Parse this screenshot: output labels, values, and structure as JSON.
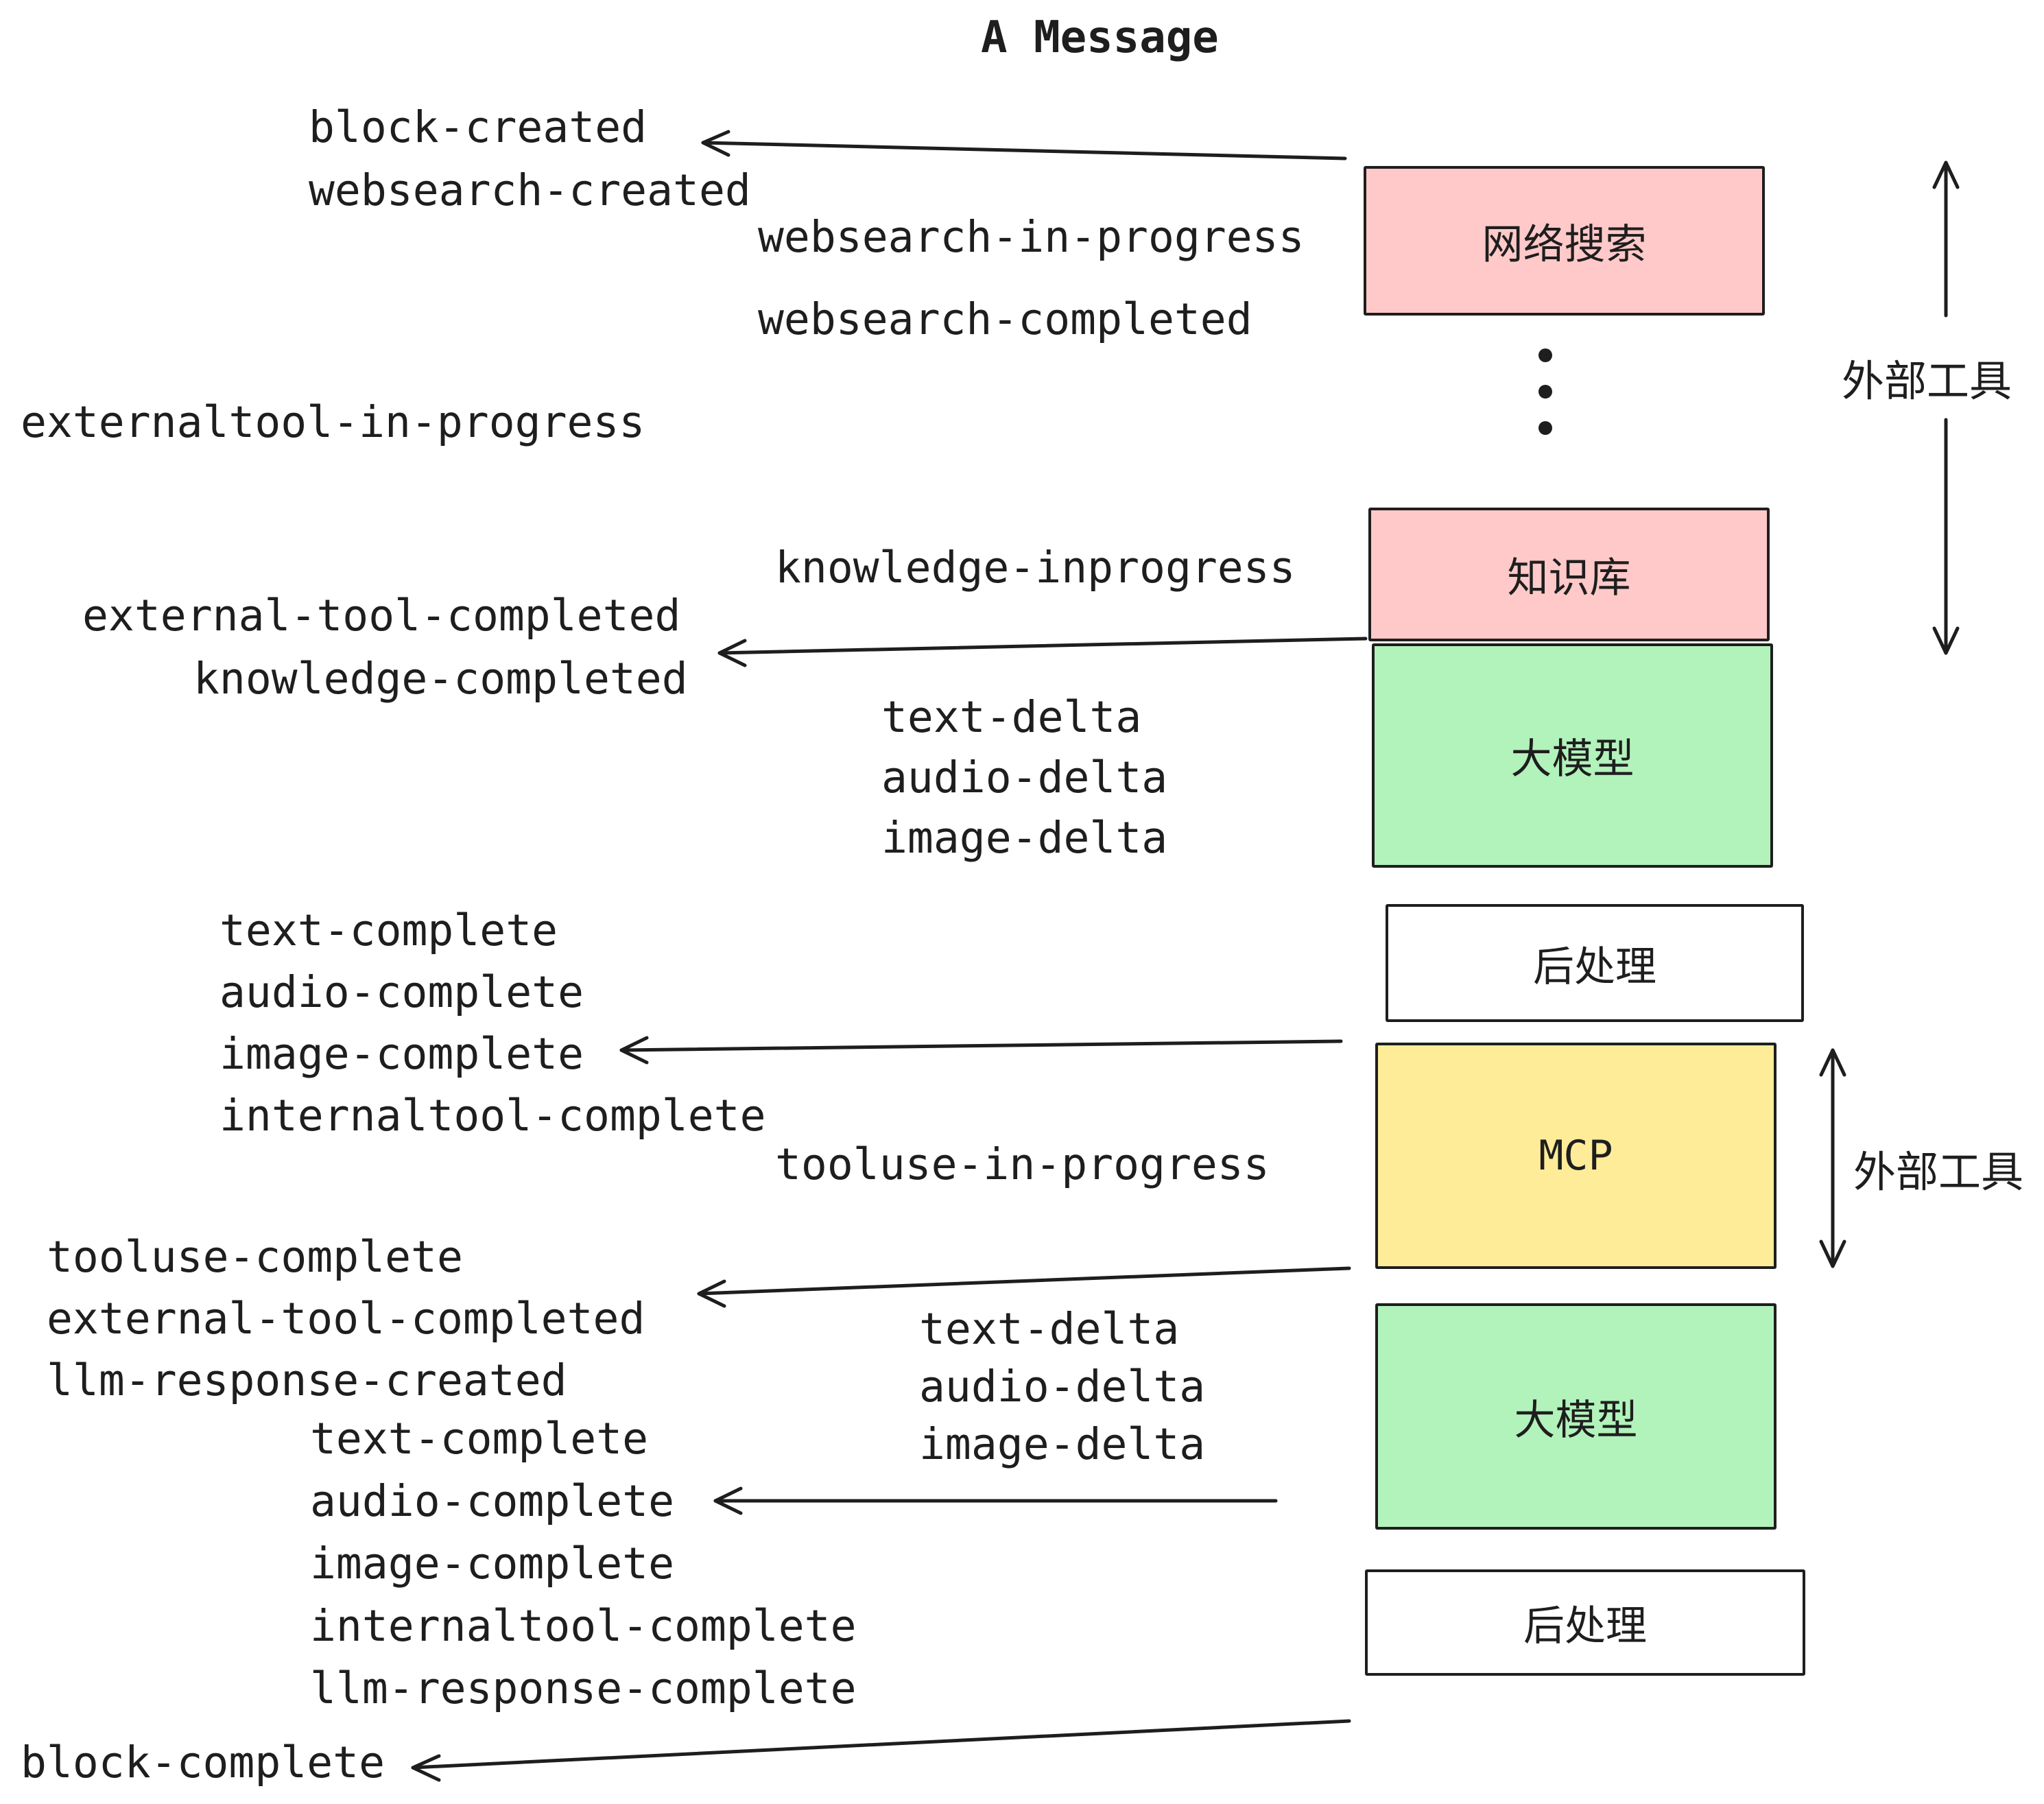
{
  "title": "A Message",
  "events": {
    "block_created": "block-created",
    "websearch_created": "websearch-created",
    "websearch_in_progress": "websearch-in-progress",
    "websearch_completed": "websearch-completed",
    "externaltool_in_progress": "externaltool-in-progress",
    "knowledge_inprogress": "knowledge-inprogress",
    "external_tool_completed": "external-tool-completed",
    "knowledge_completed": "knowledge-completed",
    "delta_group_1": [
      "text-delta",
      "audio-delta",
      "image-delta"
    ],
    "complete_group_1": [
      "text-complete",
      "audio-complete",
      "image-complete",
      "internaltool-complete"
    ],
    "tooluse_in_progress": "tooluse-in-progress",
    "tooluse_group": [
      "tooluse-complete",
      "external-tool-completed",
      "llm-response-created"
    ],
    "delta_group_2": [
      "text-delta",
      "audio-delta",
      "image-delta"
    ],
    "complete_group_2": [
      "text-complete",
      "audio-complete",
      "image-complete",
      "internaltool-complete",
      "llm-response-complete"
    ],
    "block_complete": "block-complete"
  },
  "boxes": [
    {
      "id": "websearch",
      "label": "网络搜索",
      "fill": "#ffc9c9"
    },
    {
      "id": "knowledge",
      "label": "知识库",
      "fill": "#ffc9c9"
    },
    {
      "id": "llm-1",
      "label": "大模型",
      "fill": "#b2f2bb"
    },
    {
      "id": "postprocess-1",
      "label": "后处理",
      "fill": "#ffffff"
    },
    {
      "id": "mcp",
      "label": "MCP",
      "fill": "#ffec99"
    },
    {
      "id": "llm-2",
      "label": "大模型",
      "fill": "#b2f2bb"
    },
    {
      "id": "postprocess-2",
      "label": "后处理",
      "fill": "#ffffff"
    }
  ],
  "side_labels": {
    "external_tools_1": "外部工具",
    "external_tools_2": "外部工具"
  },
  "colors": {
    "stroke": "#1e1e1e",
    "pink": "#ffc9c9",
    "green": "#b2f2bb",
    "yellow": "#ffec99",
    "white": "#ffffff"
  }
}
